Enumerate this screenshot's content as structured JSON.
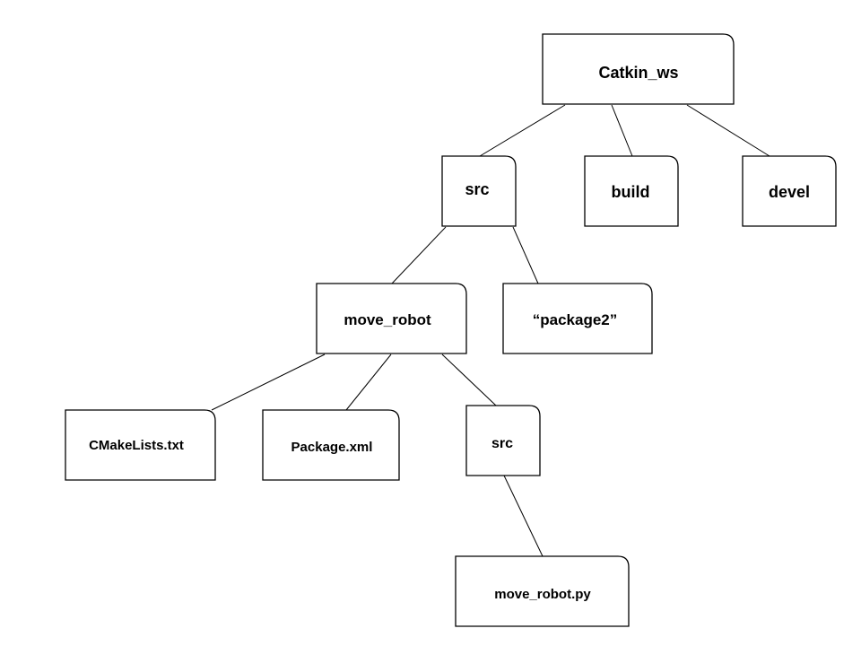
{
  "diagram": {
    "nodes": {
      "catkin_ws": "Catkin_ws",
      "src": "src",
      "build": "build",
      "devel": "devel",
      "move_robot": "move_robot",
      "package2": "“package2”",
      "cmakelists": "CMakeLists.txt",
      "package_xml": "Package.xml",
      "src_inner": "src",
      "move_robot_py": "move_robot.py"
    },
    "edges": [
      [
        "catkin_ws",
        "src"
      ],
      [
        "catkin_ws",
        "build"
      ],
      [
        "catkin_ws",
        "devel"
      ],
      [
        "src",
        "move_robot"
      ],
      [
        "src",
        "package2"
      ],
      [
        "move_robot",
        "cmakelists"
      ],
      [
        "move_robot",
        "package_xml"
      ],
      [
        "move_robot",
        "src_inner"
      ],
      [
        "src_inner",
        "move_robot_py"
      ]
    ]
  }
}
